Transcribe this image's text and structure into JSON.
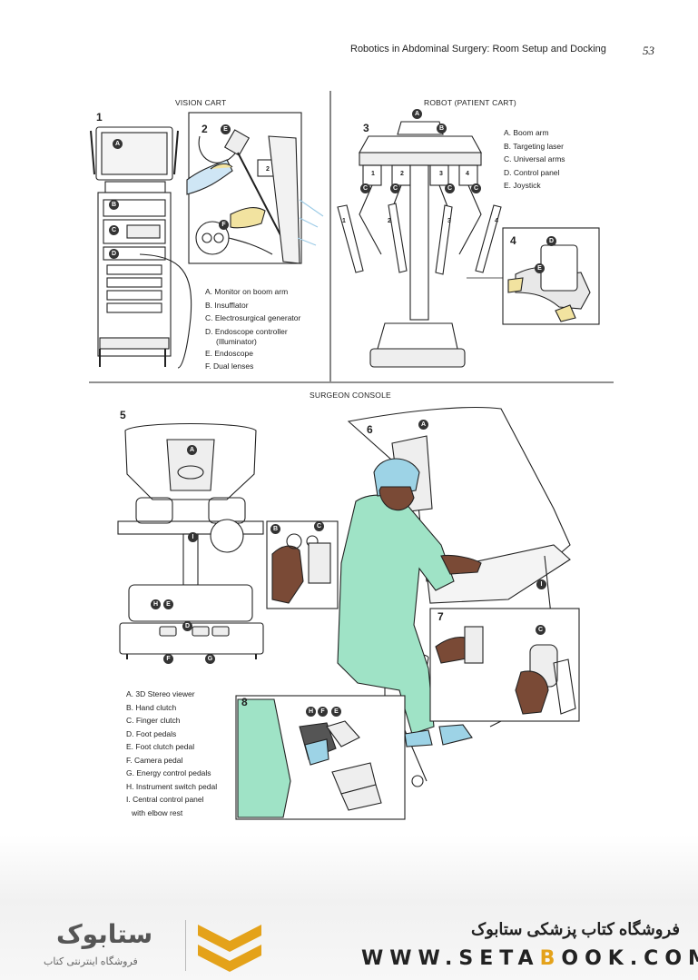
{
  "header": {
    "running_title": "Robotics in Abdominal Surgery: Room Setup and Docking",
    "page_number": "53"
  },
  "sections": {
    "vision_cart": "VISION CART",
    "robot": "ROBOT (PATIENT CART)",
    "surgeon_console": "SURGEON CONSOLE"
  },
  "figure_numbers": [
    "1",
    "2",
    "3",
    "4",
    "5",
    "6",
    "7",
    "8"
  ],
  "markers": [
    "A",
    "B",
    "C",
    "D",
    "E",
    "F",
    "G",
    "H",
    "I"
  ],
  "small_labels": [
    "1",
    "2",
    "3",
    "4"
  ],
  "vision_cart_legend": [
    "A. Monitor on boom arm",
    "B. Insufflator",
    "C. Electrosurgical generator",
    "D. Endoscope controller",
    "(Illuminator)",
    "E. Endoscope",
    "F. Dual lenses"
  ],
  "robot_legend": [
    "A. Boom arm",
    "B. Targeting laser",
    "C. Universal arms",
    "D. Control panel",
    "E. Joystick"
  ],
  "console_legend": [
    "A. 3D Stereo viewer",
    "B. Hand clutch",
    "C. Finger clutch",
    "D. Foot pedals",
    "E. Foot clutch pedal",
    "F. Camera pedal",
    "G. Energy control pedals",
    "H. Instrument switch pedal",
    "I. Central control panel",
    "with elbow rest"
  ],
  "footer": {
    "shop_name": "فروشگاه کتاب پزشکی ستابوک",
    "url_pre": "WWW.",
    "url_acc1": "SETA",
    "url_mid": "B",
    "url_acc2": "O",
    "url_post": "OK.COM",
    "logo_text": "ستابوک",
    "logo_sub": "فروشگاه اینترنتی کتاب",
    "accent_color": "#e4a21a"
  },
  "colors": {
    "scrubs": "#9fe3c6",
    "cap": "#9dd3e6",
    "skin": "#7a4a36",
    "glove": "#f2e3a0",
    "line": "#222222"
  }
}
